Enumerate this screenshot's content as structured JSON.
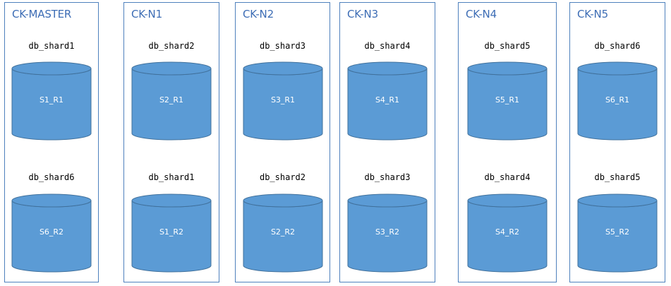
{
  "colors": {
    "node_border": "#4f81bd",
    "node_title": "#3d6db5",
    "cylinder_fill": "#5b9bd5",
    "cylinder_stroke": "#41719c",
    "replica_text": "#ffffff"
  },
  "nodes": [
    {
      "title": "CK-MASTER",
      "slots": [
        {
          "shard": "db_shard1",
          "replica": "S1_R1"
        },
        {
          "shard": "db_shard6",
          "replica": "S6_R2"
        }
      ]
    },
    {
      "title": "CK-N1",
      "slots": [
        {
          "shard": "db_shard2",
          "replica": "S2_R1"
        },
        {
          "shard": "db_shard1",
          "replica": "S1_R2"
        }
      ]
    },
    {
      "title": "CK-N2",
      "slots": [
        {
          "shard": "db_shard3",
          "replica": "S3_R1"
        },
        {
          "shard": "db_shard2",
          "replica": "S2_R2"
        }
      ]
    },
    {
      "title": "CK-N3",
      "slots": [
        {
          "shard": "db_shard4",
          "replica": "S4_R1"
        },
        {
          "shard": "db_shard3",
          "replica": "S3_R2"
        }
      ]
    },
    {
      "title": "CK-N4",
      "slots": [
        {
          "shard": "db_shard5",
          "replica": "S5_R1"
        },
        {
          "shard": "db_shard4",
          "replica": "S4_R2"
        }
      ]
    },
    {
      "title": "CK-N5",
      "slots": [
        {
          "shard": "db_shard6",
          "replica": "S6_R1"
        },
        {
          "shard": "db_shard5",
          "replica": "S5_R2"
        }
      ]
    }
  ]
}
